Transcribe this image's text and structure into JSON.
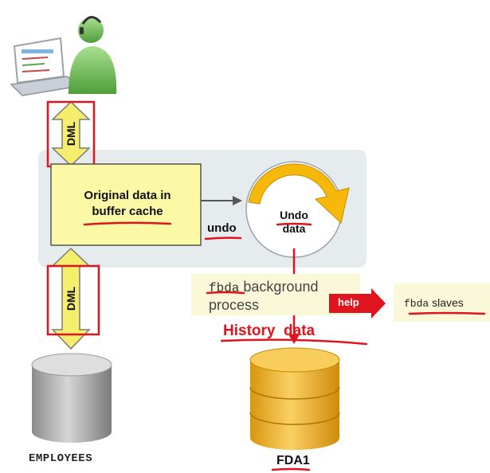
{
  "dml_top": {
    "label": "DML"
  },
  "dml_bottom": {
    "label": "DML"
  },
  "buffer_box": {
    "line1": "Original data in",
    "line2": "buffer cache"
  },
  "undo_arrow": {
    "label": "undo"
  },
  "undo_segment": {
    "line1": "Undo",
    "line2": "data"
  },
  "fbda_process": {
    "mono": "fbda",
    "text1": " background",
    "text2": "process"
  },
  "help_arrow": {
    "label": "help"
  },
  "fbda_slaves": {
    "mono": "fbda",
    "text": " slaves"
  },
  "history": {
    "label": "History  data"
  },
  "employees_db": {
    "label": "EMPLOYEES"
  },
  "fda_db": {
    "label": "FDA1"
  },
  "colors": {
    "panel": "#e6ebee",
    "box_fill": "#fbf8a6",
    "arrow_yellow": "#f4ee6c",
    "annotation_red": "#e0141e",
    "undo_orange": "#f6b90a",
    "db_gold": "#f1b534",
    "db_gray": "#bfbfbf",
    "fbda_band": "#fbf8d9"
  }
}
